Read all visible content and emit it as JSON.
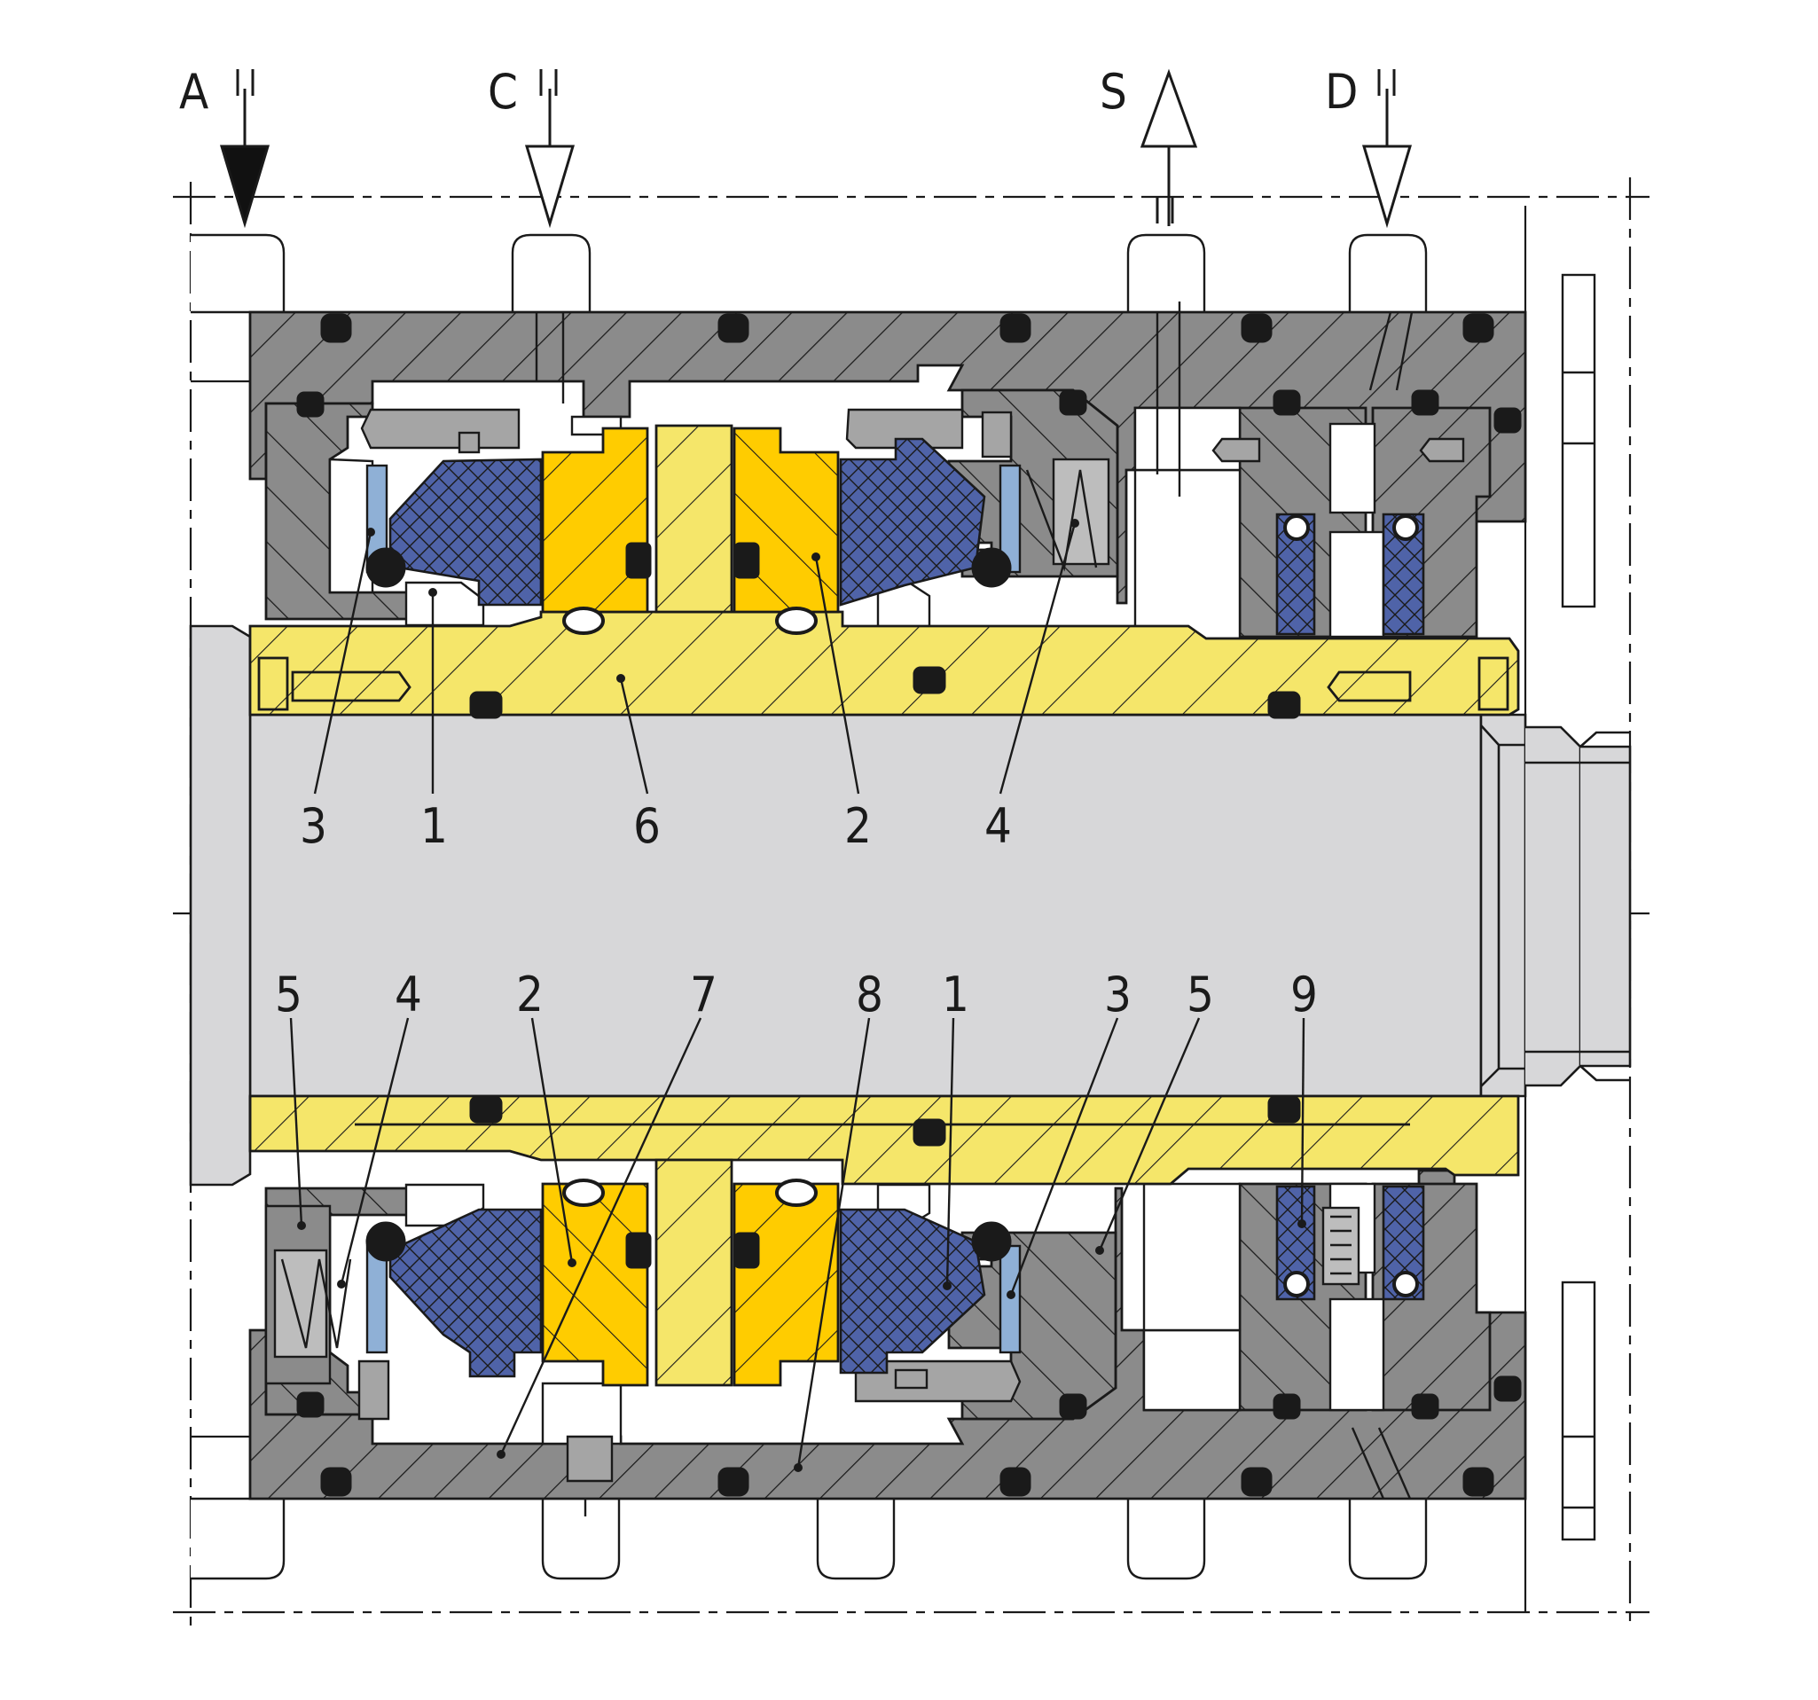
{
  "colors": {
    "housing": "#8b8b8b",
    "housing_light": "#a5a5a5",
    "shaft": "#d7d7d9",
    "sleeve": "#f5e66a",
    "ring": "#ffcc00",
    "packing": "#4f63a8",
    "oring": "#1a1a1a",
    "line": "#1a1a1a",
    "spring_bg": "#bdbdbd",
    "clip": "#8fb0d6"
  },
  "ports": {
    "a": "A",
    "c": "C",
    "s": "S",
    "d": "D"
  },
  "upper_labels": {
    "l3": "3",
    "l1": "1",
    "l6": "6",
    "l2": "2",
    "l4": "4"
  },
  "lower_labels": {
    "l5a": "5",
    "l4": "4",
    "l2": "2",
    "l7": "7",
    "l8": "8",
    "l1": "1",
    "l3": "3",
    "l5b": "5",
    "l9": "9"
  }
}
